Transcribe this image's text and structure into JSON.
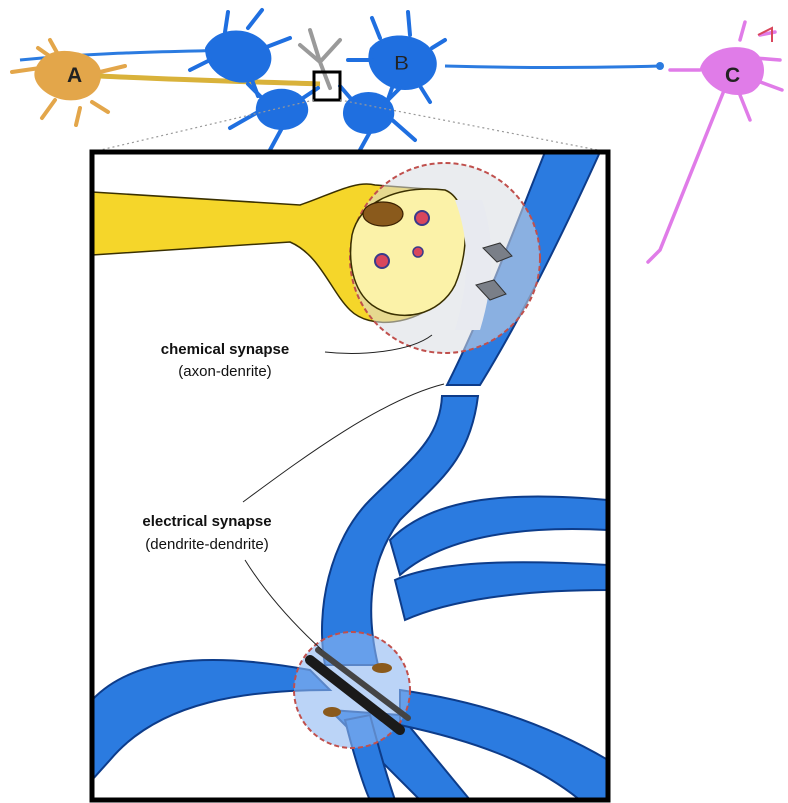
{
  "neurons": {
    "a": {
      "label": "A",
      "color": "#E3A64A"
    },
    "b": {
      "label": "B",
      "color": "#1F6FE0"
    },
    "c": {
      "label": "C",
      "color": "#E07CE8"
    }
  },
  "chemical_synapse": {
    "title": "chemical synapse",
    "subtitle": "(axon-denrite)"
  },
  "electrical_synapse": {
    "title": "electrical synapse",
    "subtitle": "(dendrite-dendrite)"
  },
  "colors": {
    "dendrite_blue": "#2B7BE0",
    "axon_yellow": "#F5D62A",
    "synapse_outline": "#C0504D",
    "vesicle": "#D9465C",
    "frame": "#000000"
  }
}
